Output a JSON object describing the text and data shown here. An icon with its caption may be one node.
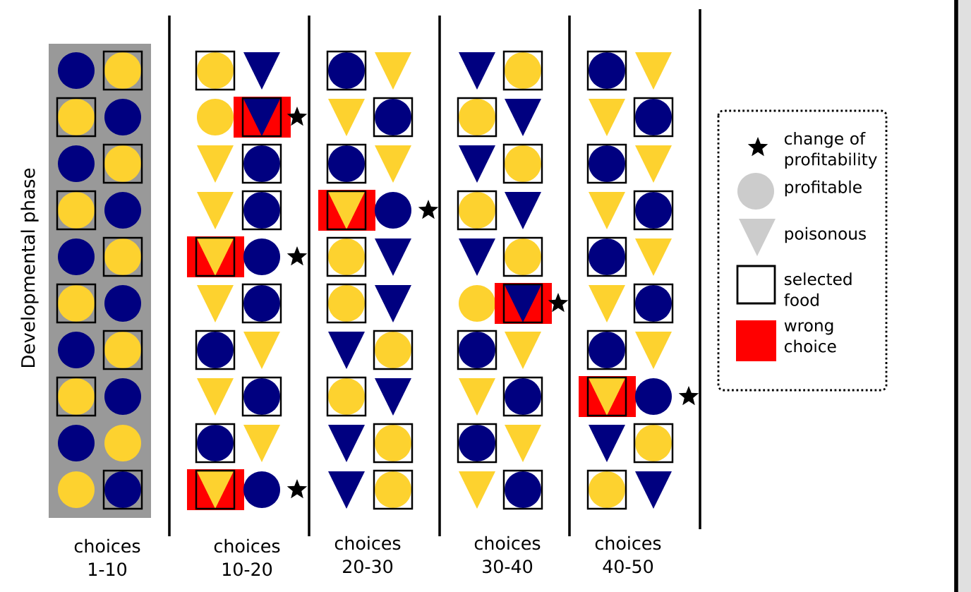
{
  "diagram": {
    "labels": [
      "Developmental phase",
      "choices 1-10",
      "choices 10-20",
      "choices 20-30",
      "choices 30-40",
      "choices 40-50"
    ],
    "legend": [
      {
        "text": "change of profitability"
      },
      {
        "text": "profitable"
      },
      {
        "text": "poisonous"
      },
      {
        "text": "selected food"
      },
      {
        "text": "wrong choice",
        "color": "#ff0000"
      }
    ]
  }
}
